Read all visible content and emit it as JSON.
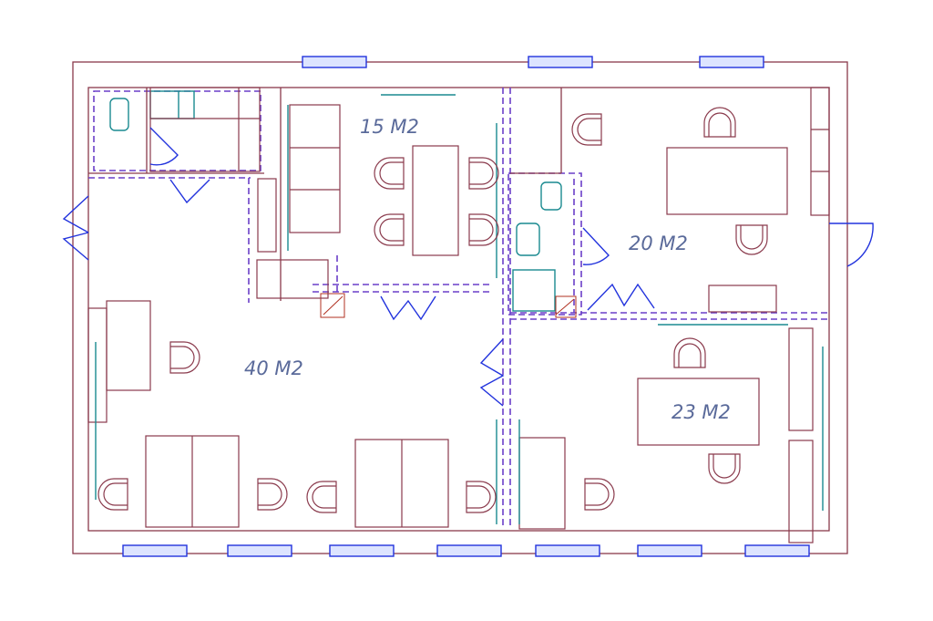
{
  "plan": {
    "rooms": [
      {
        "name": "office-15",
        "label": "15 M2"
      },
      {
        "name": "office-20",
        "label": "20 M2"
      },
      {
        "name": "office-40",
        "label": "40 M2"
      },
      {
        "name": "office-23",
        "label": "23 M2"
      }
    ],
    "colors": {
      "wall": "#8a3a4c",
      "partition": "#6a3fc8",
      "fixture": "#1a8a90",
      "door_window": "#2233dd",
      "label": "#5a6a9a"
    }
  }
}
